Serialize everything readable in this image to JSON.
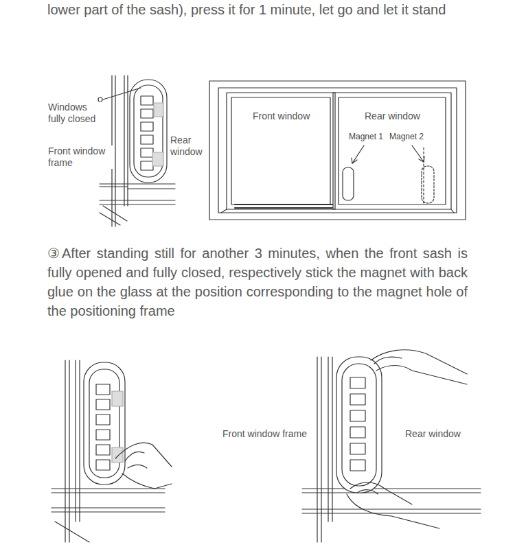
{
  "diagram": {
    "labels": [
      "lower part of the sash), press it for 1 minute, let go and let it stand",
      "Windows fully closed",
      "Rear window",
      "Front window frame",
      "Front window",
      "Rear window",
      "Magnet 1",
      "Magnet 2",
      "③After standing still for another 3 minutes, when the front sash is fully opened and fully closed, respectively stick the magnet with back glue on the glass at the position corresponding to the magnet hole of the positioning frame",
      "Front window frame",
      "Rear window"
    ]
  }
}
